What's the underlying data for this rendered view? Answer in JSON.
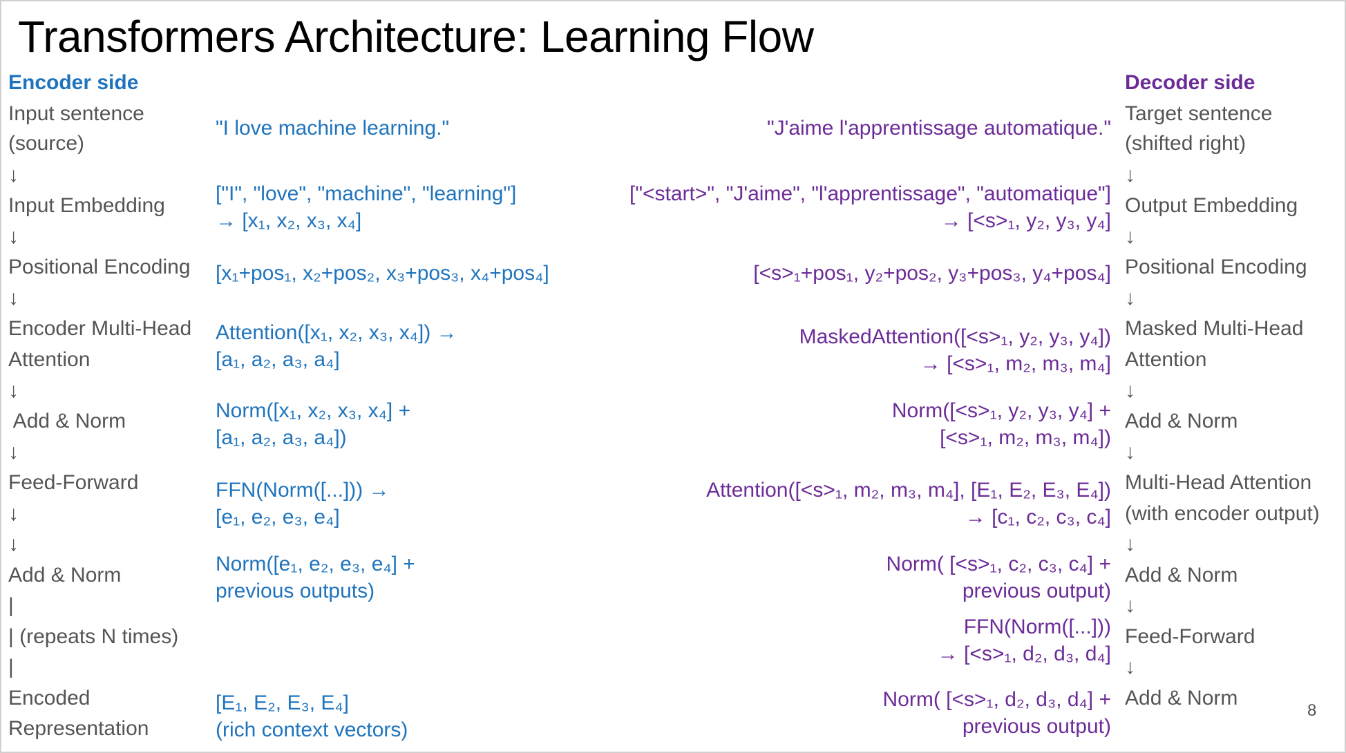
{
  "title": "Transformers Architecture: Learning Flow",
  "page_number": "8",
  "encoder": {
    "header": "Encoder side",
    "labels": [
      "Input sentence",
      "(source)",
      "↓",
      "Input Embedding",
      "↓",
      "Positional Encoding",
      "↓",
      "Encoder Multi-Head",
      "Attention",
      "↓",
      " Add & Norm",
      "↓",
      "Feed-Forward",
      "↓",
      "↓",
      "Add & Norm",
      "|",
      "| (repeats N times)",
      "|",
      "Encoded",
      "Representation"
    ],
    "values": [
      "\"I love machine learning.\"",
      "[\"I\", \"love\", \"machine\", \"learning\"]",
      "→ [x₁, x₂, x₃, x₄]",
      "[x₁+pos₁, x₂+pos₂, x₃+pos₃, x₄+pos₄]",
      "Attention([x₁, x₂, x₃, x₄]) →",
      "[a₁, a₂, a₃, a₄]",
      "Norm([x₁, x₂, x₃, x₄] +",
      "[a₁, a₂, a₃, a₄])",
      "FFN(Norm([...])) →",
      "[e₁, e₂, e₃, e₄]",
      "Norm([e₁, e₂, e₃, e₄] +",
      "previous outputs)",
      "[E₁, E₂, E₃, E₄]",
      "(rich context vectors)"
    ]
  },
  "decoder": {
    "header": "Decoder side",
    "labels": [
      "Target sentence",
      "(shifted right)",
      "↓",
      "Output Embedding",
      "↓",
      "Positional Encoding",
      "↓",
      "Masked Multi-Head",
      "Attention",
      "↓",
      "Add & Norm",
      "↓",
      "Multi-Head Attention",
      "(with encoder output)",
      "↓",
      "Add & Norm",
      "↓",
      "Feed-Forward",
      "↓",
      "Add & Norm"
    ],
    "values": [
      "\"J'aime l'apprentissage automatique.\"",
      "[\"<start>\", \"J'aime\", \"l'apprentissage\", \"automatique\"]",
      "→ [<s>₁, y₂, y₃, y₄]",
      "[<s>₁+pos₁, y₂+pos₂, y₃+pos₃, y₄+pos₄]",
      "MaskedAttention([<s>₁, y₂, y₃, y₄])",
      "→ [<s>₁, m₂, m₃, m₄]",
      "Norm([<s>₁, y₂, y₃, y₄] +",
      "[<s>₁, m₂, m₃, m₄])",
      "Attention([<s>₁, m₂, m₃, m₄], [E₁, E₂, E₃, E₄])",
      "→ [c₁, c₂, c₃, c₄]",
      "Norm( [<s>₁, c₂, c₃, c₄] +",
      "previous output)",
      "FFN(Norm([...]))",
      "→ [<s>₁, d₂, d₃, d₄]",
      "Norm( [<s>₁, d₂, d₃, d₄] +",
      "previous output)"
    ]
  }
}
